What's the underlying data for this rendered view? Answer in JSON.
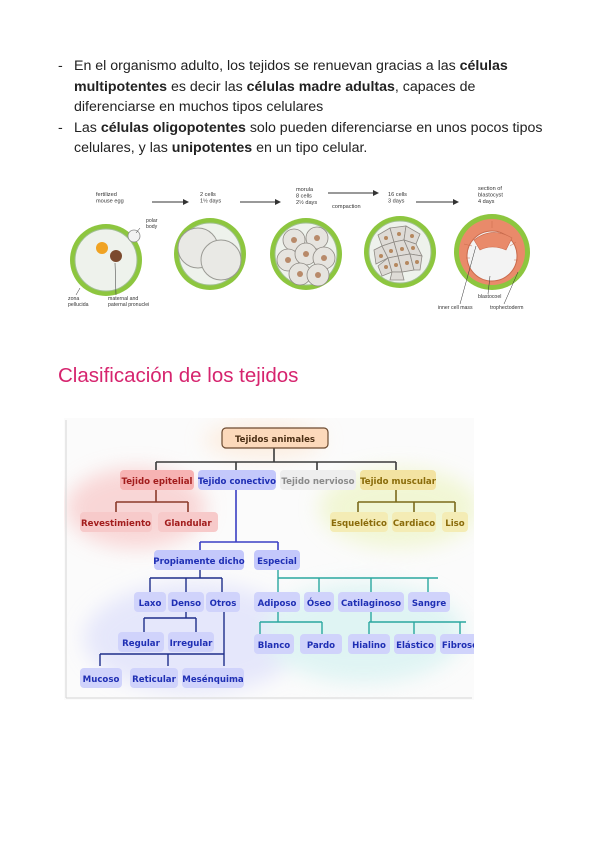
{
  "bullets": [
    {
      "parts": [
        {
          "t": "En el organismo adulto, los tejidos se renuevan gracias a las ",
          "b": false
        },
        {
          "t": "células multipotentes",
          "b": true
        },
        {
          "t": " es decir las ",
          "b": false
        },
        {
          "t": "células madre adultas",
          "b": true
        },
        {
          "t": ", capaces de diferenciarse en muchos tipos celulares",
          "b": false
        }
      ]
    },
    {
      "parts": [
        {
          "t": "Las ",
          "b": false
        },
        {
          "t": "células oligopotentes",
          "b": true
        },
        {
          "t": " solo pueden diferenciarse en unos pocos tipos celulares, y las ",
          "b": false
        },
        {
          "t": "unipotentes",
          "b": true
        },
        {
          "t": " en un tipo celular.",
          "b": false
        }
      ]
    }
  ],
  "embryo": {
    "stage1_top": "fertilized\nmouse egg",
    "polar_body": "polar\nbody",
    "zona": "zona\npellucida",
    "pronuclei": "maternal and\npaternal pronuclei",
    "stage2_top": "2 cells\n1½ days",
    "stage3_top": "morula\n8 cells\n2½ days",
    "compaction": "compaction",
    "stage4_top": "16 cells\n3 days",
    "stage5_top": "section of\nblastocyst\n4 days",
    "blastocoel": "blastocoel",
    "inner_cell_mass": "inner cell mass",
    "trophectoderm": "trophectoderm"
  },
  "section_title": "Clasificación de los tejidos",
  "tree": {
    "root": "Tejidos animales",
    "epitelial": "Tejido epitelial",
    "conectivo": "Tejido conectivo",
    "nervioso": "Tejido nervioso",
    "muscular": "Tejido muscular",
    "revestimiento": "Revestimiento",
    "glandular": "Glandular",
    "esqueletico": "Esquelético",
    "cardiaco": "Cardiaco",
    "liso": "Liso",
    "propiamente": "Propiamente dicho",
    "especial": "Especial",
    "laxo": "Laxo",
    "denso": "Denso",
    "otros": "Otros",
    "regular": "Regular",
    "irregular": "Irregular",
    "mucoso": "Mucoso",
    "reticular": "Reticular",
    "mesenquima": "Mesénquima",
    "adiposo": "Adiposo",
    "oseo": "Óseo",
    "cartilaginoso": "Catilaginoso",
    "sangre": "Sangre",
    "blanco": "Blanco",
    "pardo": "Pardo",
    "hialino": "Hialino",
    "elastico": "Elástico",
    "fibroso": "Fibroso"
  },
  "colors": {
    "title_pink": "#d6246e",
    "epitelial": "#f7b3b3",
    "conectivo": "#c4c8fb",
    "nervioso": "#ececec",
    "muscular": "#f3e3a2",
    "root": "#fbdcc0",
    "teal": "#2aa7a0"
  }
}
